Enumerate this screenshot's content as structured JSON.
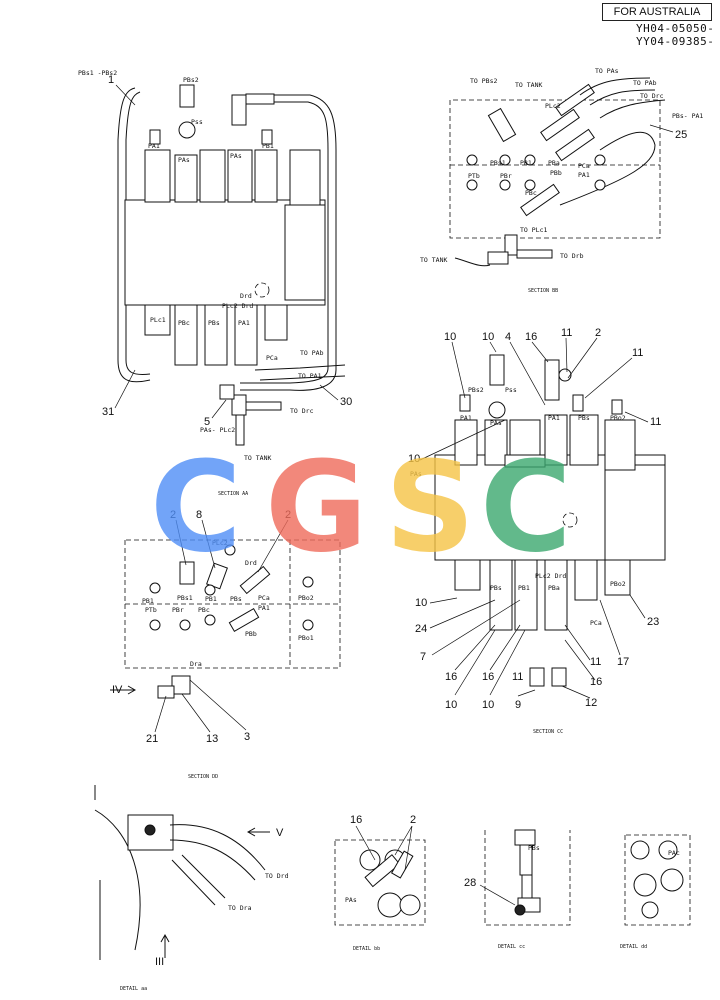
{
  "header": {
    "region": "FOR AUSTRALIA",
    "part_numbers": [
      "YH04-05050-",
      "YY04-09385-"
    ]
  },
  "watermark": {
    "letters": [
      "C",
      "G",
      "S",
      "C"
    ],
    "colors": [
      "#4f8ef7",
      "#ef6b5b",
      "#f6c445",
      "#3ba86f"
    ]
  },
  "section_aa": {
    "caption": "SECTION AA",
    "labels": [
      "PBs1\n-PBs2",
      "PBs2",
      "Pss",
      "PAs",
      "PA1",
      "PB1",
      "PAs",
      "PLc1",
      "Drd",
      "PLc2 Drd",
      "PBc",
      "PBs",
      "PA1",
      "PCa",
      "PAs-\nPLc2",
      "TO PAb",
      "TO PA1",
      "TO Drc",
      "TO TANK"
    ],
    "callouts": [
      "1",
      "31",
      "30",
      "5"
    ]
  },
  "section_bb": {
    "caption": "SECTION BB",
    "labels": [
      "TO PBs2",
      "TO TANK",
      "TO PAs",
      "TO PAb",
      "TO Drc",
      "PBs-\nPA1",
      "PLc2",
      "PBs1",
      "PB1",
      "PBa",
      "PCa",
      "PA1",
      "PTb",
      "PBr",
      "PBc",
      "PBb",
      "TO PLc1",
      "TO TANK",
      "TO Drb"
    ],
    "callouts": [
      "25"
    ]
  },
  "section_cc": {
    "caption": "SECTION CC",
    "labels": [
      "PBs2",
      "Pss",
      "PAs",
      "PA1",
      "PA1",
      "PBs",
      "PBo2",
      "PAs",
      "PLc2 Drd",
      "PBo2",
      "PBs",
      "PB1",
      "PBa",
      "PCa"
    ],
    "callouts_top": [
      "10",
      "10",
      "4",
      "16",
      "11",
      "2",
      "11",
      "11",
      "10"
    ],
    "callouts_bottom": [
      "10",
      "24",
      "7",
      "16",
      "16",
      "11",
      "16",
      "17",
      "23",
      "10",
      "10",
      "11",
      "9",
      "12"
    ]
  },
  "section_dd": {
    "caption": "SECTION DD",
    "labels": [
      "PLc2",
      "Drd",
      "PBs1",
      "PB1",
      "PBs",
      "PCa",
      "PBo2",
      "PB1",
      "PTb",
      "PBr",
      "PBc",
      "PA1",
      "PBb",
      "PBo1",
      "Dra"
    ],
    "callouts": [
      "2",
      "8",
      "2",
      "21",
      "13",
      "3"
    ],
    "view_mark": "IV"
  },
  "detail_aa": {
    "caption": "DETAIL aa",
    "labels": [
      "TO Drd",
      "TO Dra"
    ],
    "view_marks": [
      "V",
      "III"
    ]
  },
  "detail_bb": {
    "caption": "DETAIL bb",
    "labels": [
      "PAs"
    ],
    "callouts": [
      "16",
      "2"
    ]
  },
  "detail_cc": {
    "caption": "DETAIL cc",
    "labels": [
      "PBs"
    ],
    "callouts": [
      "28"
    ]
  },
  "detail_dd": {
    "caption": "DETAIL dd",
    "labels": [
      "PAc"
    ]
  }
}
